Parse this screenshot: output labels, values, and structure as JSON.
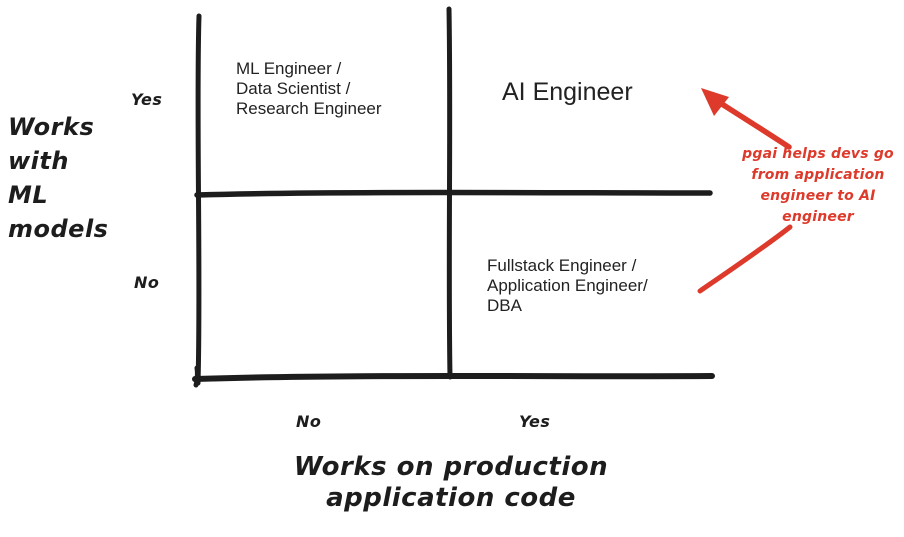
{
  "diagram": {
    "type": "quadrant-2x2",
    "y_axis": {
      "label_lines": [
        "Works",
        "with",
        "ML",
        "models"
      ],
      "ticks": {
        "top": "Yes",
        "bottom": "No"
      }
    },
    "x_axis": {
      "label_lines": [
        "Works on production",
        "application code"
      ],
      "ticks": {
        "left": "No",
        "right": "Yes"
      }
    },
    "quadrants": {
      "top_left": {
        "lines": [
          "ML Engineer /",
          "Data Scientist /",
          "Research Engineer"
        ]
      },
      "top_right": {
        "label": "AI Engineer"
      },
      "bottom_left": {
        "label": ""
      },
      "bottom_right": {
        "lines": [
          "Fullstack Engineer /",
          "Application Engineer/",
          "DBA"
        ]
      }
    },
    "annotation": {
      "lines": [
        "pgai helps devs go",
        "from application",
        "engineer to AI",
        "engineer"
      ],
      "color": "#dd3a2b"
    },
    "colors": {
      "ink": "#1d1d1d",
      "accent_red": "#dd3a2b",
      "background": "#ffffff"
    }
  }
}
